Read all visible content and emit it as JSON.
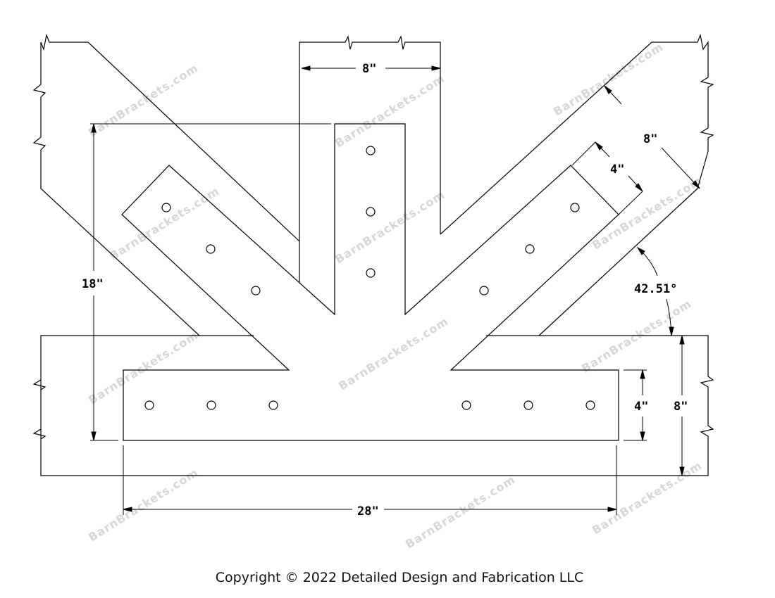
{
  "watermark": "BarnBrackets.com",
  "dimensions": {
    "post_width": "8\"",
    "height": "18\"",
    "width": "28\"",
    "plate_depth_horizontal": "4\"",
    "beam_depth": "8\"",
    "brace_depth": "8\"",
    "plate_depth_brace": "4\"",
    "angle": "42.51°"
  },
  "copyright": "Copyright © 2022 Detailed Design and Fabrication LLC"
}
